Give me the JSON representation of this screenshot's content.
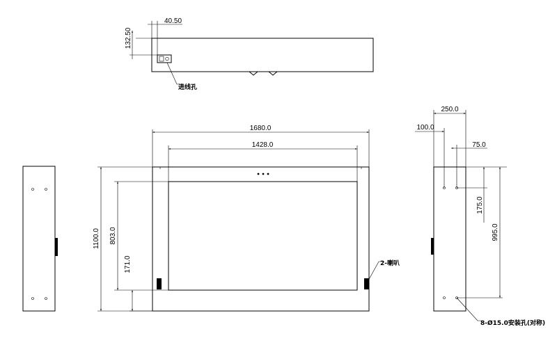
{
  "top_view": {
    "dim_depth": "132.50",
    "dim_offset": "40.50",
    "cable_hole_label": "进线孔"
  },
  "front_view": {
    "dim_total_width": "1680.0",
    "dim_screen_width": "1428.0",
    "dim_total_height": "1100.0",
    "dim_screen_height": "803.0",
    "dim_bottom_offset": "171.0",
    "speaker_label": "2-喇叭"
  },
  "right_view": {
    "dim_depth": "250.0",
    "dim_front_offset": "100.0",
    "dim_hole_spacing": "75.0",
    "dim_top_hole": "175.0",
    "dim_hole_vertical": "995.0",
    "mount_hole_label": "8-Ø15.0安装孔(对称)"
  }
}
